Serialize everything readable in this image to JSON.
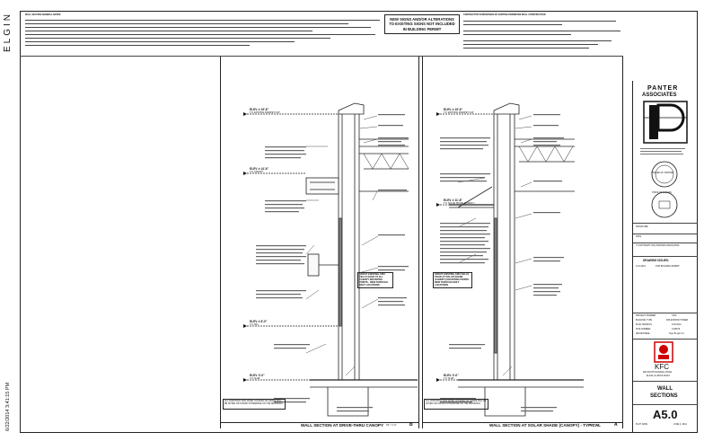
{
  "sheet": {
    "project_name_vertical": "ELGIN",
    "plot_stamp_vertical": "6/22/2014 3:41:15 PM"
  },
  "general_notes": {
    "title": "WALL SECTION GENERAL NOTES:"
  },
  "callouts": {
    "new_signs": "NEW SIGNS AND/OR ALTERATIONS TO EXISTING SIGNS NOT INCLUDED IN BUILDING PERMIT",
    "contractor_title": "CONTRACTOR SUPERVISION OF EXISTING PERIMETER WALL CONSTRUCTION"
  },
  "left_section": {
    "elev_top": "ELEV. ± 19'-6\"",
    "elev_top_sub": "T.O. EXISTING PARAPET CAP",
    "elev_mid": "ELEV. ± 14'-6\"",
    "elev_mid_sub": "T.O. CANOPY",
    "elev_low": "ELEV. ± 8'-0\"",
    "elev_low_sub": "T.O. SILL",
    "elev_floor": "ELEV. 0'-0\"",
    "elev_floor_sub": "T.O. SLAB",
    "note_box": "GROUT EXISTING CMU CELLS SOLID AT ALL CANOPY MOUNTING POINTS - NEW THROUGH BOLT LOCATIONS",
    "footnote": "ALL CONSTRUCTION WORK LOCATED ON GRADE WILL BE NOTED OR SHOWN OTHERWISE ON THE DRAWINGS",
    "title": "WALL SECTION AT DRIVE-THRU CANOPY",
    "scale": "3/4\" = 1'-0\"",
    "number": "B"
  },
  "right_section": {
    "elev_top": "ELEV. ± 19'-6\"",
    "elev_top_sub": "T.O. EXISTING PARAPET CAP",
    "elev_mid": "ELEV. ± 11'-8\"",
    "elev_mid_sub": "T.O. SOLAR SHADE (CANOPY)",
    "elev_floor": "ELEV. 0'-0\"",
    "elev_floor_sub": "T.O. SLAB",
    "note_box": "GROUT EXISTING CMU CELLS SOLID AT SOLAR SHADE (CANOPY) MOUNTING POINTS - NEW THROUGH BOLT LOCATIONS",
    "footnote": "ALL CONSTRUCTION WORK LOCATED ON GRADE WILL BE NOTED OR SHOWN OTHERWISE ON THE DRAWINGS",
    "title": "WALL SECTION AT SOLAR SHADE (CANOPY) - TYPICAL",
    "scale": "3/4\" = 1'-0\"",
    "number": "A"
  },
  "title_block": {
    "firm_line1": "PANTER",
    "firm_line2": "ASSOCIATES",
    "stamp_name": "STEVEN W. PANTER",
    "state_seal": "STATE OF ILLINOIS",
    "signature_label": "SIGNATURE",
    "date_label": "DATE",
    "copyright": "© COPYRIGHT 2014 PANTER ASSOCIATES",
    "drawing_issues": "DRAWING ISSUES:",
    "issue_date": "6-21-2014",
    "issue_desc": "FOR BUILDING PERMIT",
    "project_number_label": "PROJECT NUMBER",
    "project_number": "7203",
    "building_type_label": "BUILDING TYPE",
    "building_type": "K80 EXPAND TOWER",
    "plan_version_label": "PLAN VERSION",
    "plan_version": "JUN 2014",
    "site_number_label": "SITE NUMBER",
    "site_number": "J415079",
    "franchisee_label": "FRANCHISEE",
    "franchisee": "Hyer Bi spin Inc.",
    "brand": "KFC",
    "address1": "280 SOUTH RANDALL ROAD",
    "address2": "ELGIN, ILLINOIS 60123",
    "sheet_title1": "WALL",
    "sheet_title2": "SECTIONS",
    "sheet_number": "A5.0",
    "plot_date_label": "PLOT DATE",
    "plot_date": "JUNE 2, 2014"
  }
}
